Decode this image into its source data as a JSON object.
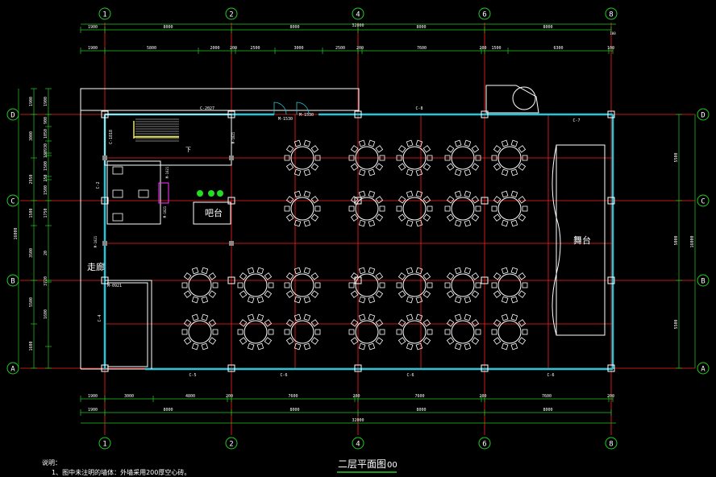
{
  "grid_x": [
    "1",
    "2",
    "4",
    "6",
    "8"
  ],
  "grid_y": [
    "D",
    "C",
    "B",
    "A"
  ],
  "dims_top_total": "32000",
  "dims_top_bays": [
    "1900",
    "8000",
    "8000",
    "8000",
    "8000",
    "100"
  ],
  "dims_top_detail": [
    "1900",
    "5800",
    "2000",
    "200",
    "2500",
    "3000",
    "2500",
    "200",
    "7600",
    "200",
    "1500",
    "6300",
    "100"
  ],
  "dims_bottom_detail": [
    "1900",
    "3000",
    "4800",
    "200",
    "7600",
    "200",
    "7600",
    "200",
    "7600",
    "200"
  ],
  "dims_bottom_bays": [
    "1900",
    "8000",
    "8000",
    "8000",
    "8000"
  ],
  "dims_bottom_total": "32000",
  "dims_left_outer": [
    "1900",
    "3000",
    "2950",
    "1500",
    "3500",
    "5500",
    "1600"
  ],
  "dims_left_inner": [
    "1900",
    "900",
    "1050",
    "930",
    "180",
    "1500",
    "250",
    "1500",
    "1750",
    "20",
    "3720",
    "1600"
  ],
  "dims_left_total": "16000",
  "dims_right": [
    "5500",
    "5000",
    "5500"
  ],
  "dims_right_total": "16000",
  "win_labels": [
    "C-2027",
    "C-8",
    "C-7",
    "C-5",
    "C-6",
    "C-6",
    "C-6",
    "C-4",
    "C-1818",
    "C-2"
  ],
  "door_labels": [
    "M-1530",
    "M-1530",
    "M-1021",
    "M-1021",
    "M-1021",
    "M-0921",
    "M-1021"
  ],
  "rooms": {
    "stage": "舞台",
    "bar": "吧台",
    "corridor": "走廊",
    "stair_down": "下"
  },
  "drawing_title": "二层平面图",
  "title_suffix": "00",
  "notes_heading": "说明：",
  "notes_line1": "1、图中未注明的墙体：外墙采用200厚空心砖。",
  "colors": {
    "axis": "#ff2020",
    "dim": "#22cc22",
    "wall": "#26c6da",
    "furniture": "#ffffff",
    "bubble": "#22cc22",
    "door": "#26c6da",
    "title_line": "#22cc22",
    "plant": "#22dd22",
    "fixture": "#ff33ff"
  }
}
